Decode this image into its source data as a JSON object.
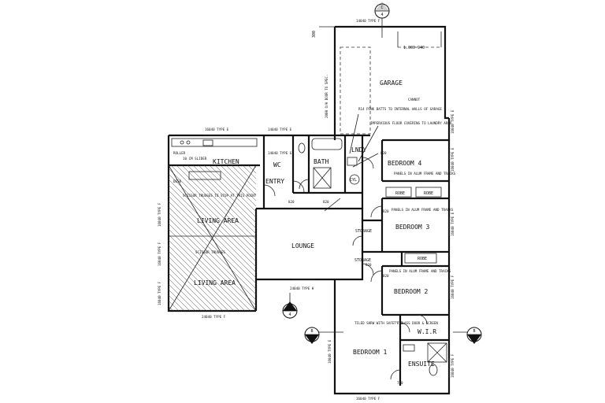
{
  "rooms": {
    "garage": "GARAGE",
    "kitchen": "KITCHEN",
    "wc": "WC",
    "bath": "BATH",
    "entry": "ENTRY",
    "lndy": "LNDY",
    "bedroom4": "BEDROOM 4",
    "bedroom3": "BEDROOM 3",
    "bedroom2": "BEDROOM 2",
    "bedroom1": "BEDROOM 1",
    "lounge": "LOUNGE",
    "living_upper": "LIVING AREA",
    "living_lower": "LIVING AREA",
    "storage_upper": "STORAGE",
    "storage_lower": "STORAGE",
    "robe1": "ROBE",
    "robe2": "ROBE",
    "robe3": "ROBE",
    "wir": "W.I.R",
    "ensuite": "ENSUITE",
    "cyl": "CYL"
  },
  "notes": {
    "garage_dims": "1.000 940",
    "r14_batts": "R14 PINK BATTS TO INTERNAL WALLS OF GARAGE",
    "impervious": "IMPERVIOUS FLOOR COVERING TO LAUNDRY AREA",
    "panels_b4": "PANELS IN ALUM FRAME AND TRACKS",
    "panels_b3": "PANELS IN ALUM FRAME AND TRACKS",
    "panels_b2": "PANELS IN ALUM FRAME AND TRACKS",
    "tiled_shrw": "TILED SHRW WITH SAFETY GLASS DOOR & SCREEN",
    "scissor_upper": "SCISSOR TRUSSES TO STOP AT THIS POINT",
    "scissor_lower": "SCISSOR TRUSSES",
    "roller": "ROLLER",
    "sliding": "10 CM SLIDER",
    "desk": "DESK",
    "garage_door_side": "2000 O/H DOOR TO SPEC.",
    "garage_cannot": "CANNOT"
  },
  "windows": {
    "garage_top": "14040 TYPE F",
    "kitchen_top": "16040 TYPE E",
    "wc_top": "14040 TYPE E",
    "entry_top": "14040 TYPE G",
    "lounge_bottom": "24040 TYPE H",
    "living_bottom": "24040 TYPE F",
    "bed1_bottom": "16040 TYPE F",
    "bed4_right": "16040 TYPE E",
    "bed3_right": "16040 TYPE E",
    "bed2_right": "16040 TYPE F",
    "bed1_left": "16040 TYPE E",
    "ensuite_right": "16040 TYPE F",
    "garage_right": "16040 TYPE E",
    "living_left1": "16040 TYPE F",
    "living_left2": "16040 TYPE F",
    "living_left3": "16040 TYPE F"
  },
  "doors": {
    "d1": "820",
    "d2": "820",
    "d3": "820",
    "d4": "820",
    "d5": "720",
    "d6": "720",
    "d7": "820",
    "d8": "820"
  },
  "section_markers": {
    "c": {
      "letter": "C",
      "number": "4"
    },
    "a": {
      "letter": "A",
      "number": "4"
    },
    "b_left": {
      "letter": "B",
      "number": "4"
    },
    "b_right": {
      "letter": "B",
      "number": "4"
    }
  },
  "dimension_300": "300"
}
